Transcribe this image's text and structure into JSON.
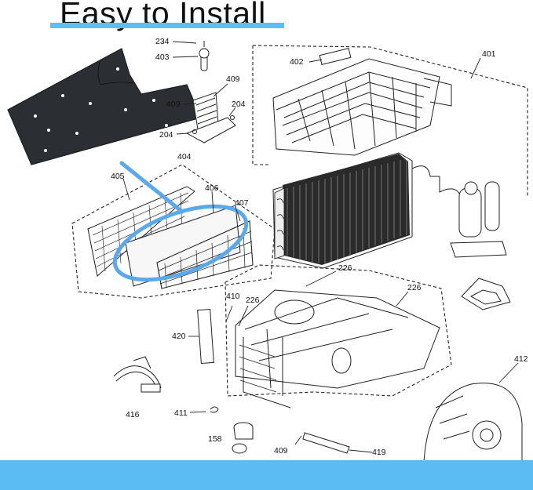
{
  "header": {
    "title": "Easy to Install"
  },
  "colors": {
    "accent": "#5bbcf3",
    "highlight": "#5aa9ea",
    "gasket": "#2b2f33"
  },
  "parts": {
    "p234": "234",
    "p403": "403",
    "p409a": "409",
    "p409b": "409",
    "p204a": "204",
    "p204b": "204",
    "p404": "404",
    "p402": "402",
    "p401": "401",
    "p405": "405",
    "p406": "406",
    "p407": "407",
    "p226a": "226",
    "p226b": "226",
    "p226c": "226",
    "p410": "410",
    "p420": "420",
    "p412": "412",
    "p416": "416",
    "p411": "411",
    "p158": "158",
    "p409c": "409",
    "p419": "419"
  }
}
